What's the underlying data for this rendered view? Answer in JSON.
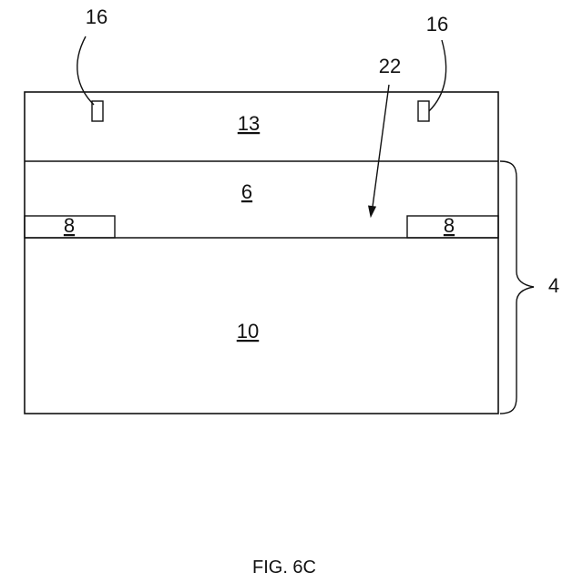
{
  "colors": {
    "ink": "#111111",
    "background": "#ffffff"
  },
  "labels": {
    "electrode_left": "16",
    "electrode_right": "16",
    "cavity": "22",
    "layer_top": "13",
    "layer_middle": "6",
    "pad_left": "8",
    "pad_right": "8",
    "substrate": "10",
    "stack": "4"
  },
  "caption": "FIG. 6C"
}
